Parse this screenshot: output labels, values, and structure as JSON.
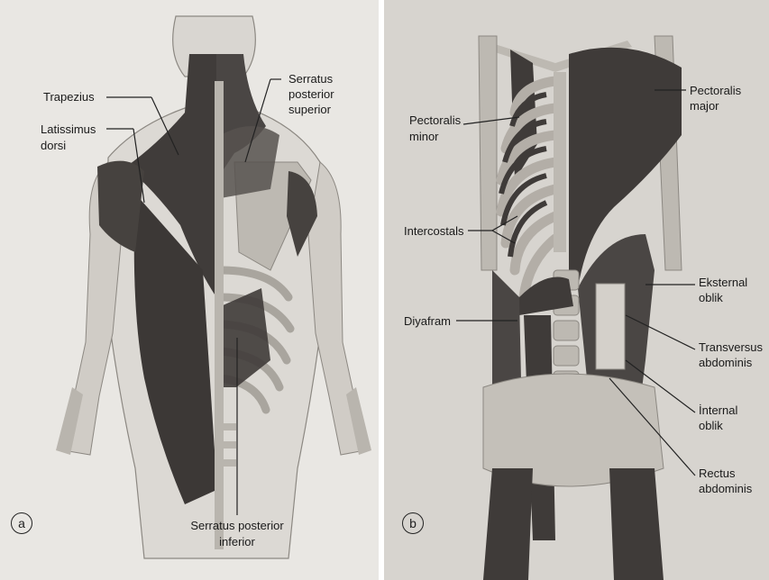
{
  "panel_a": {
    "badge": "a",
    "labels": {
      "trapezius": "Trapezius",
      "latissimus_1": "Latissimus",
      "latissimus_2": "dorsi",
      "serratus_sup_1": "Serratus",
      "serratus_sup_2": "posterior",
      "serratus_sup_3": "superior",
      "serratus_inf_1": "Serratus posterior",
      "serratus_inf_2": "inferior"
    }
  },
  "panel_b": {
    "badge": "b",
    "labels": {
      "pect_minor_1": "Pectoralis",
      "pect_minor_2": "minor",
      "pect_major_1": "Pectoralis",
      "pect_major_2": "major",
      "intercostals": "Intercostals",
      "diyafram": "Diyafram",
      "eksternal_1": "Eksternal",
      "eksternal_2": "oblik",
      "transversus_1": "Transversus",
      "transversus_2": "abdominis",
      "internal_1": "İnternal",
      "internal_2": "oblik",
      "rectus_1": "Rectus",
      "rectus_2": "abdominis"
    }
  },
  "colors": {
    "muscle": "#3f3b39",
    "bone": "#b9b5ae",
    "skin_outline": "#8c8882",
    "leader": "#222222"
  }
}
